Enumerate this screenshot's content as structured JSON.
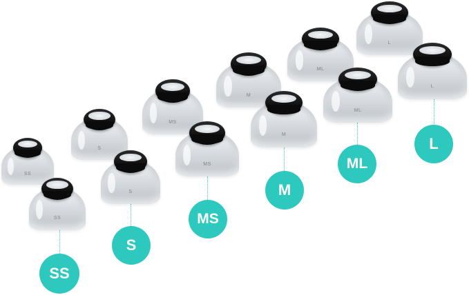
{
  "colors": {
    "badge": "#2ec9be",
    "leader": "#39c8c1",
    "background": "#ffffff"
  },
  "sizes": [
    {
      "label": "SS",
      "tip_mark": "SS"
    },
    {
      "label": "S",
      "tip_mark": "S"
    },
    {
      "label": "MS",
      "tip_mark": "MS"
    },
    {
      "label": "M",
      "tip_mark": "M"
    },
    {
      "label": "ML",
      "tip_mark": "ML"
    },
    {
      "label": "L",
      "tip_mark": "L"
    }
  ]
}
